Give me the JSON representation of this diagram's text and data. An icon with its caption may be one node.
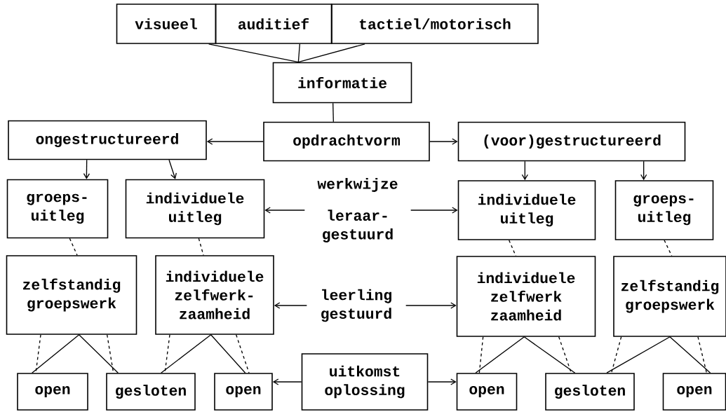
{
  "diagram": {
    "nodes": [
      {
        "text": [
          "visueel"
        ]
      },
      {
        "text": [
          "auditief"
        ]
      },
      {
        "text": [
          "tactiel/motorisch"
        ]
      },
      {
        "text": [
          "informatie"
        ]
      },
      {
        "text": [
          "ongestructureerd"
        ]
      },
      {
        "text": [
          "opdrachtvorm"
        ]
      },
      {
        "text": [
          "(voor)gestructureerd"
        ]
      },
      {
        "text": [
          "groeps- uitleg"
        ]
      },
      {
        "text": [
          "individuele uitleg"
        ]
      },
      {
        "text": [
          "werkwijze",
          "leraar- gestuurd"
        ]
      },
      {
        "text": [
          "individuele uitleg"
        ]
      },
      {
        "text": [
          "groeps- uitleg"
        ]
      },
      {
        "text": [
          "zelfstandig groepswerk"
        ]
      },
      {
        "text": [
          "individuele zelfwerk- zaamheid"
        ]
      },
      {
        "text": [
          "leerling gestuurd"
        ]
      },
      {
        "text": [
          "individuele zelfwerk zaamheid"
        ]
      },
      {
        "text": [
          "zelfstandig groepswerk"
        ]
      },
      {
        "text": [
          "open"
        ]
      },
      {
        "text": [
          "gesloten"
        ]
      },
      {
        "text": [
          "open"
        ]
      },
      {
        "text": [
          "uitkomst oplossing"
        ]
      },
      {
        "text": [
          "open"
        ]
      },
      {
        "text": [
          "gesloten"
        ]
      },
      {
        "text": [
          "open"
        ]
      }
    ],
    "edges": [
      {
        "from": 0,
        "to": 3,
        "arrow": "none"
      },
      {
        "from": 1,
        "to": 3,
        "arrow": "none"
      },
      {
        "from": 2,
        "to": 3,
        "arrow": "none"
      },
      {
        "from": 3,
        "to": 5,
        "arrow": "none"
      },
      {
        "from": 5,
        "to": 4,
        "arrow": "to"
      },
      {
        "from": 5,
        "to": 6,
        "arrow": "to"
      },
      {
        "from": 4,
        "to": 7,
        "arrow": "to"
      },
      {
        "from": 4,
        "to": 8,
        "arrow": "to"
      },
      {
        "from": 6,
        "to": 10,
        "arrow": "to"
      },
      {
        "from": 6,
        "to": 11,
        "arrow": "to"
      },
      {
        "from": 9,
        "to": 8,
        "arrow": "to"
      },
      {
        "from": 9,
        "to": 10,
        "arrow": "to"
      },
      {
        "from": 7,
        "to": 12,
        "arrow": "none",
        "style": "dashed"
      },
      {
        "from": 8,
        "to": 13,
        "arrow": "none",
        "style": "dashed"
      },
      {
        "from": 10,
        "to": 15,
        "arrow": "none",
        "style": "dashed"
      },
      {
        "from": 11,
        "to": 16,
        "arrow": "none",
        "style": "dashed"
      },
      {
        "from": 14,
        "to": 13,
        "arrow": "to"
      },
      {
        "from": 14,
        "to": 15,
        "arrow": "to"
      },
      {
        "from": 12,
        "to": 17,
        "arrow": "none"
      },
      {
        "from": 12,
        "to": 17,
        "arrow": "none",
        "style": "dashed"
      },
      {
        "from": 12,
        "to": 18,
        "arrow": "none"
      },
      {
        "from": 12,
        "to": 18,
        "arrow": "none",
        "style": "dashed"
      },
      {
        "from": 13,
        "to": 18,
        "arrow": "none"
      },
      {
        "from": 13,
        "to": 18,
        "arrow": "none",
        "style": "dashed"
      },
      {
        "from": 13,
        "to": 19,
        "arrow": "none"
      },
      {
        "from": 13,
        "to": 19,
        "arrow": "none",
        "style": "dashed"
      },
      {
        "from": 15,
        "to": 21,
        "arrow": "none"
      },
      {
        "from": 15,
        "to": 21,
        "arrow": "none",
        "style": "dashed"
      },
      {
        "from": 15,
        "to": 22,
        "arrow": "none"
      },
      {
        "from": 15,
        "to": 22,
        "arrow": "none",
        "style": "dashed"
      },
      {
        "from": 16,
        "to": 22,
        "arrow": "none"
      },
      {
        "from": 16,
        "to": 22,
        "arrow": "none",
        "style": "dashed"
      },
      {
        "from": 16,
        "to": 23,
        "arrow": "none"
      },
      {
        "from": 16,
        "to": 23,
        "arrow": "none",
        "style": "dashed"
      },
      {
        "from": 20,
        "to": 19,
        "arrow": "to"
      },
      {
        "from": 20,
        "to": 21,
        "arrow": "to"
      }
    ]
  }
}
